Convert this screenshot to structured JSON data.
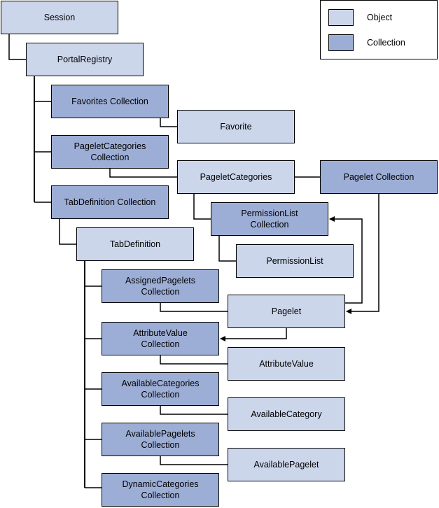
{
  "colors": {
    "object": "#ccd6eb",
    "collection": "#9daed6",
    "line": "#000000"
  },
  "legend": {
    "object_label": "Object",
    "collection_label": "Collection"
  },
  "nodes": {
    "session": "Session",
    "portal_registry": "PortalRegistry",
    "favorites_collection": "Favorites Collection",
    "favorite": "Favorite",
    "pagelet_categories_collection": "PageletCategories\nCollection",
    "pagelet_categories": "PageletCategories",
    "pagelet_collection": "Pagelet Collection",
    "permission_list_collection": "PermissionList\nCollection",
    "permission_list": "PermissionList",
    "tab_definition_collection": "TabDefinition Collection",
    "tab_definition": "TabDefinition",
    "assigned_pagelets_collection": "AssignedPagelets\nCollection",
    "pagelet": "Pagelet",
    "attribute_value_collection": "AttributeValue\nCollection",
    "attribute_value": "AttributeValue",
    "available_categories_collection": "AvailableCategories\nCollection",
    "available_category": "AvailableCategory",
    "available_pagelets_collection": "AvailablePagelets\nCollection",
    "available_pagelet": "AvailablePagelet",
    "dynamic_categories_collection": "DynamicCategories\nCollection"
  }
}
